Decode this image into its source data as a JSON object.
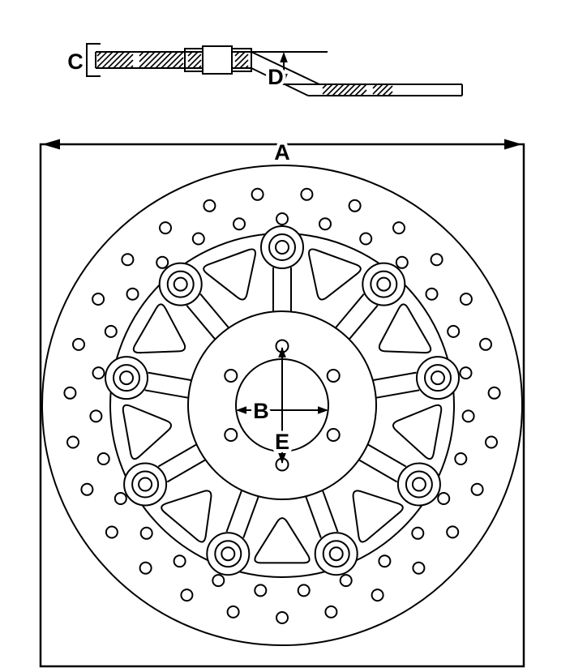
{
  "labels": {
    "A": "A",
    "B": "B",
    "C": "C",
    "D": "D",
    "E": "E"
  },
  "colors": {
    "ink": "#000000",
    "paper": "#ffffff"
  },
  "disc": {
    "outer_radius": 296,
    "band_inner_radius": 212,
    "outer_hole_ring": {
      "count": 27,
      "radius": 262,
      "hole_radius": 7,
      "start_angle": 96.67
    },
    "inner_hole_ring": {
      "count": 27,
      "radius": 230,
      "hole_radius": 7,
      "start_angle": 90
    },
    "rivet_count": 9,
    "rivet_start_angle": 90,
    "rivet_ring_radius": 195,
    "rivet_outer_radius": 16,
    "rivet_inner_radius": 8,
    "lobe_radius": 26,
    "hub_radius": 116,
    "bore_radius": 57,
    "bolt_hole_count": 6,
    "bolt_circle_radius": 73,
    "bolt_hole_radius": 7.5
  }
}
